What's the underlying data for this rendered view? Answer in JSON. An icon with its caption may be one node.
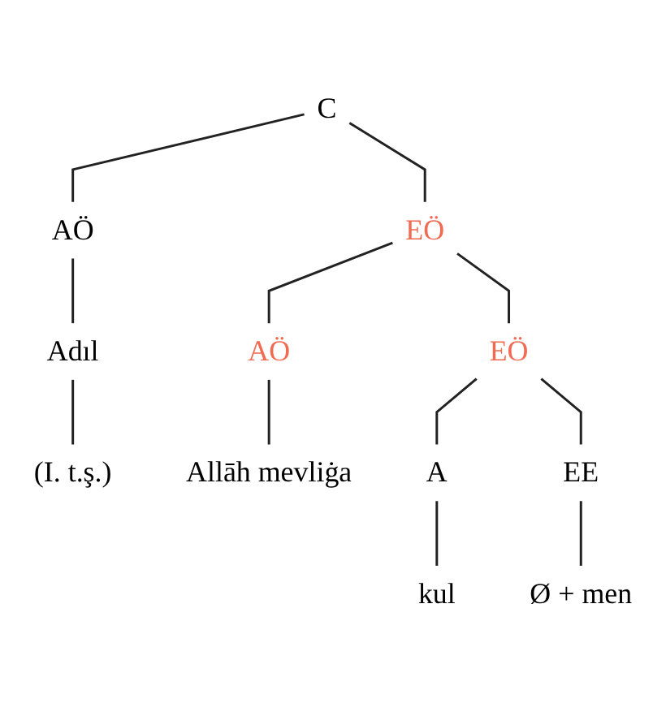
{
  "diagram": {
    "nodes": [
      {
        "text": [
          "C"
        ]
      },
      {
        "text": [
          "AÖ"
        ]
      },
      {
        "text": [
          "EÖ"
        ]
      },
      {
        "text": [
          "Adıl"
        ]
      },
      {
        "text": [
          "AÖ"
        ]
      },
      {
        "text": [
          "EÖ"
        ]
      },
      {
        "text": [
          "Allāh mevliġa"
        ]
      },
      {
        "text": [
          "(I. t.ş.)"
        ]
      },
      {
        "text": [
          "A"
        ]
      },
      {
        "text": [
          "EE"
        ]
      },
      {
        "text": [
          "kul"
        ]
      },
      {
        "text": [
          "Ø + men"
        ]
      }
    ],
    "edges": [
      {
        "from": 0,
        "to": 1,
        "arrow": "none"
      },
      {
        "from": 0,
        "to": 2,
        "arrow": "none"
      },
      {
        "from": 1,
        "to": 3,
        "arrow": "none"
      },
      {
        "from": 2,
        "to": 4,
        "arrow": "none"
      },
      {
        "from": 2,
        "to": 5,
        "arrow": "none"
      },
      {
        "from": 3,
        "to": 7,
        "arrow": "none"
      },
      {
        "from": 4,
        "to": 6,
        "arrow": "none"
      },
      {
        "from": 5,
        "to": 8,
        "arrow": "none"
      },
      {
        "from": 5,
        "to": 9,
        "arrow": "none"
      },
      {
        "from": 8,
        "to": 10,
        "arrow": "none"
      },
      {
        "from": 9,
        "to": 11,
        "arrow": "none"
      }
    ]
  }
}
